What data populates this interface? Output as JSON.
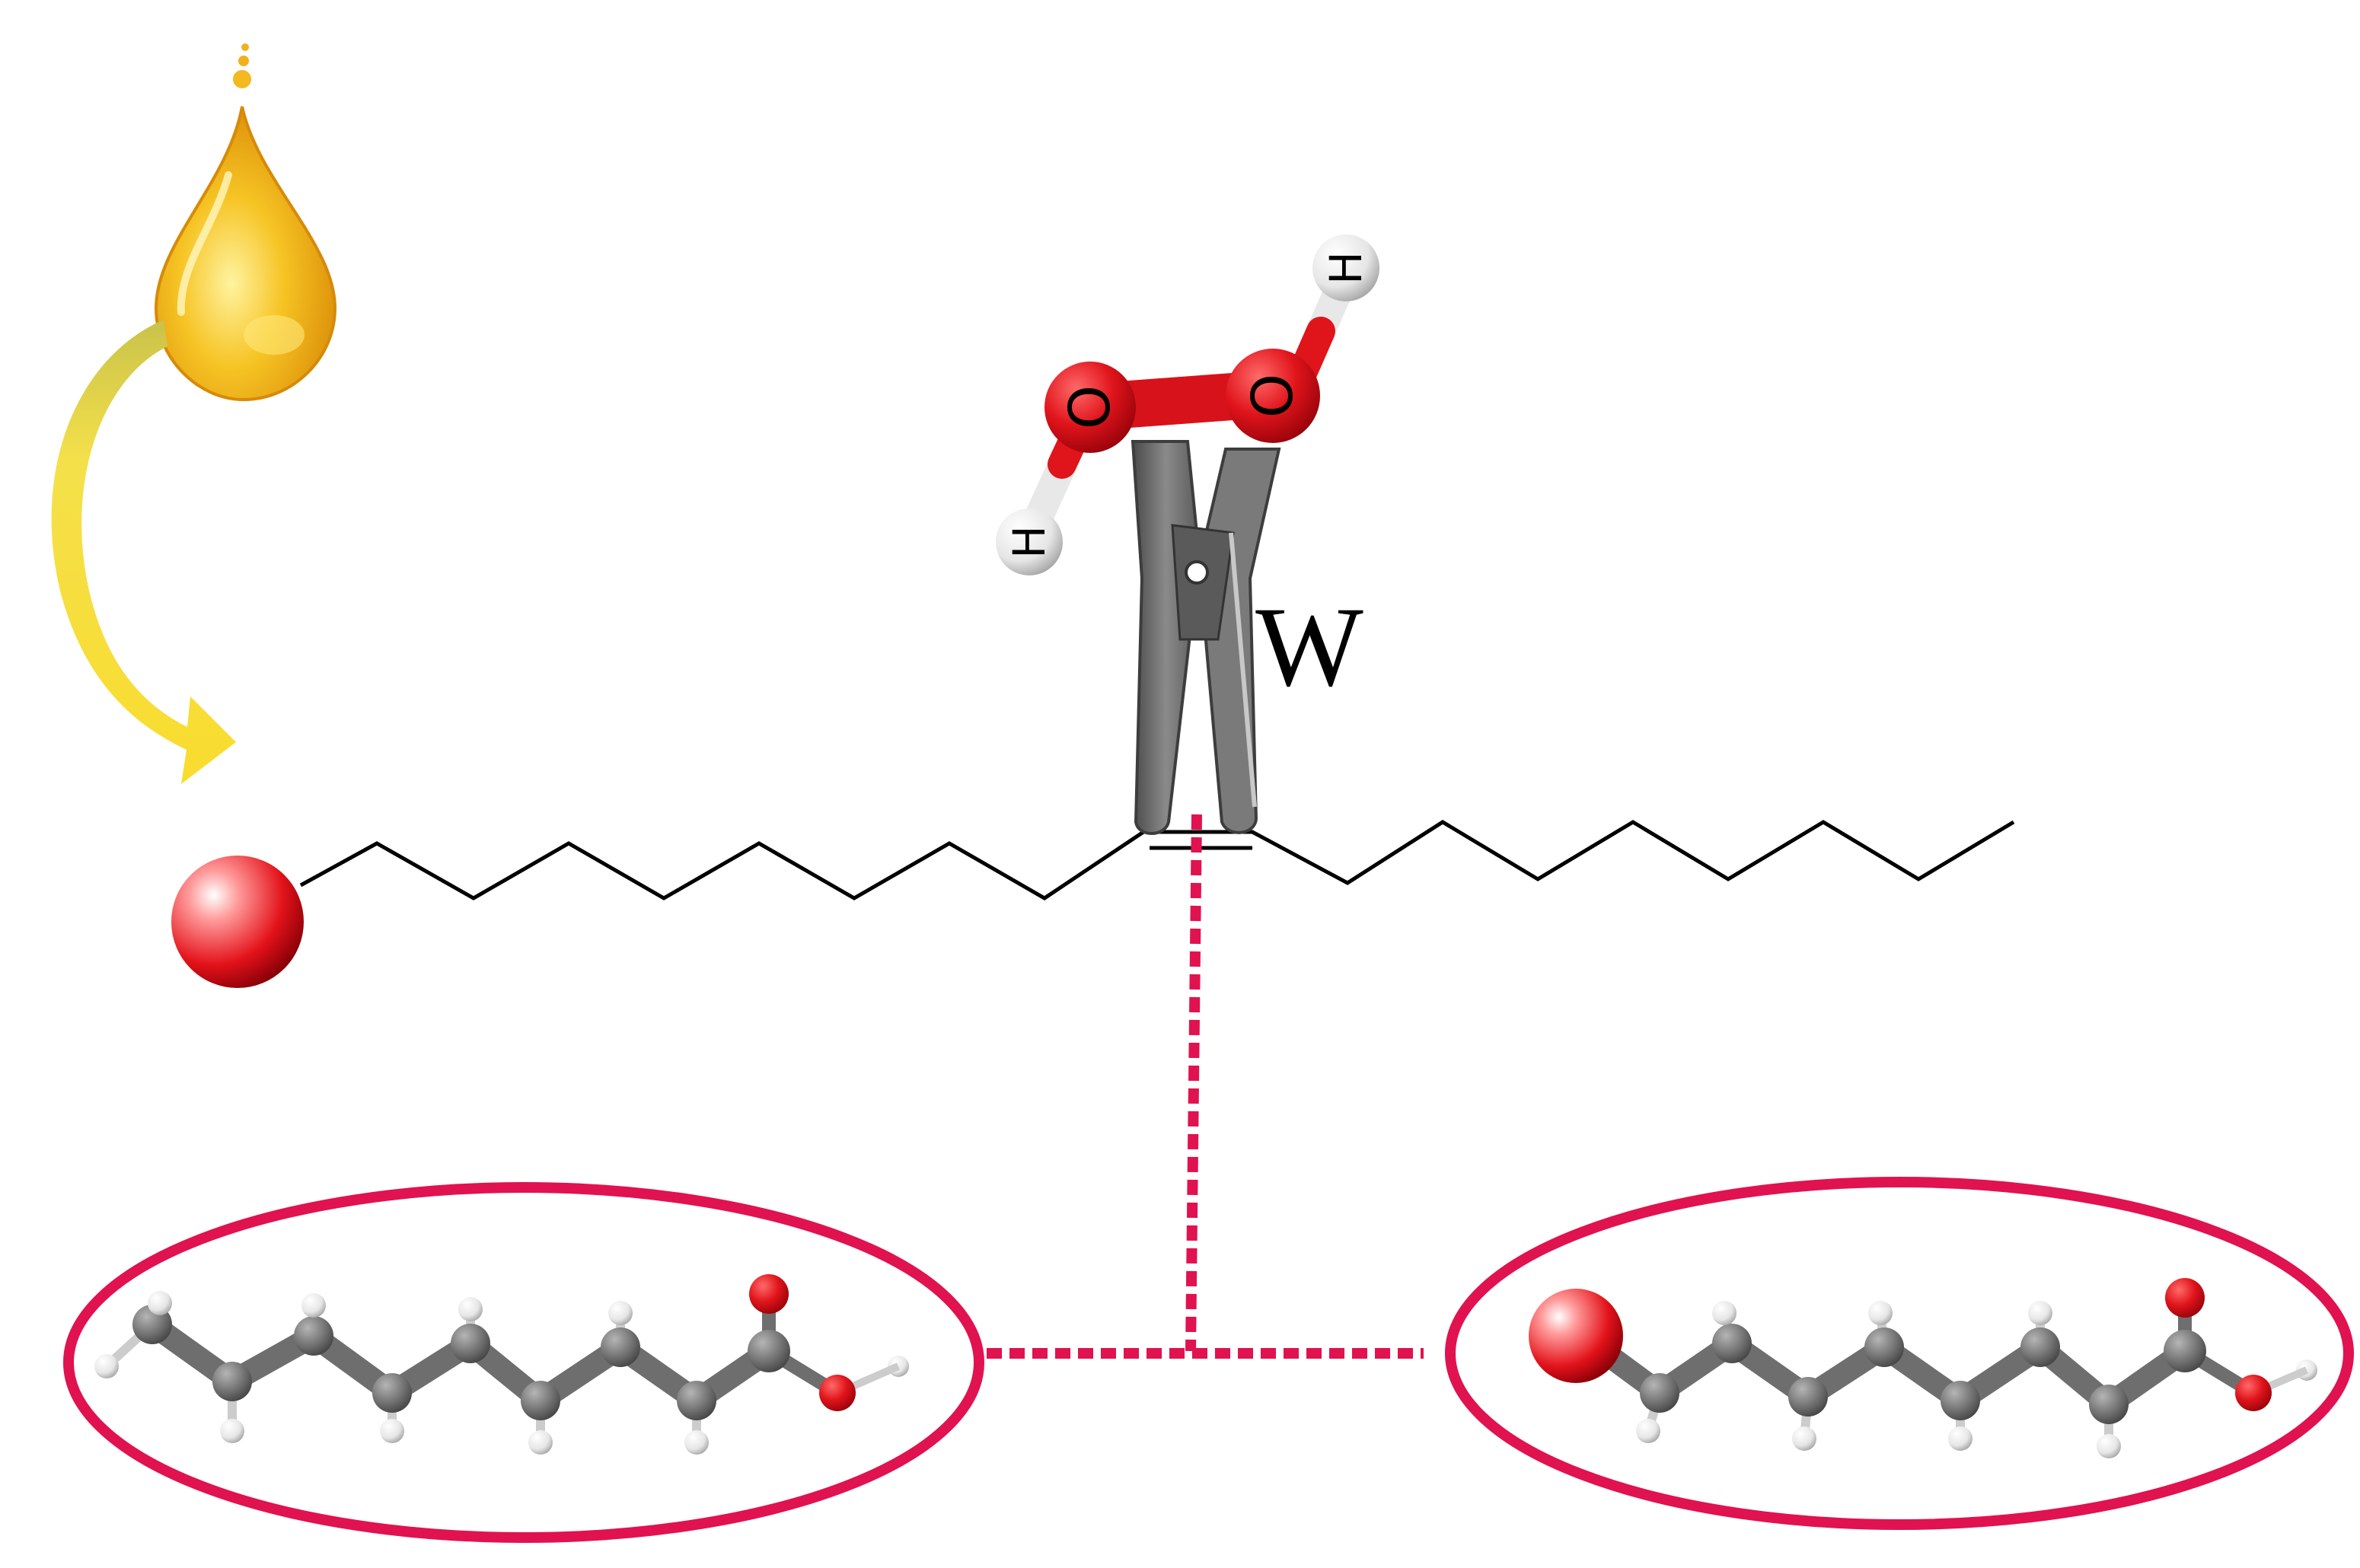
{
  "diagram": {
    "catalyst_label": "W",
    "oxidant": {
      "atoms": [
        "H",
        "O",
        "O",
        "H"
      ]
    },
    "colors": {
      "oxygen": "#e0141b",
      "hydrogen": "#f2f2f2",
      "carbon": "#707070",
      "ellipse": "#e0124f",
      "dotted_line": "#e0124f",
      "chain": "#000000",
      "arrow": "#f7dc3a",
      "drop": "#f2a80f",
      "scissors": "#6d6d6d"
    },
    "icons": [
      "oil-drop-icon",
      "curved-arrow-icon",
      "scissors-icon",
      "ester-bead-icon"
    ]
  }
}
